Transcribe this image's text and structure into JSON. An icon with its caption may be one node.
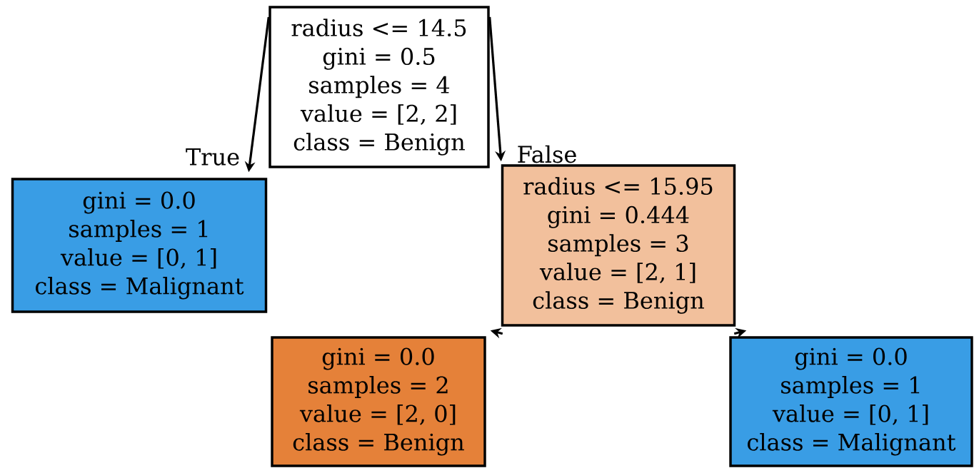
{
  "diagram": {
    "nodes": [
      {
        "text": [
          "radius <= 14.5",
          "gini = 0.5",
          "samples = 4",
          "value = [2, 2]",
          "class = Benign"
        ]
      },
      {
        "text": [
          "gini = 0.0",
          "samples = 1",
          "value = [0, 1]",
          "class = Malignant"
        ]
      },
      {
        "text": [
          "radius <= 15.95",
          "gini = 0.444",
          "samples = 3",
          "value = [2, 1]",
          "class = Benign"
        ]
      },
      {
        "text": [
          "gini = 0.0",
          "samples = 2",
          "value = [2, 0]",
          "class = Benign"
        ]
      },
      {
        "text": [
          "gini = 0.0",
          "samples = 1",
          "value = [0, 1]",
          "class = Malignant"
        ]
      }
    ],
    "edges": [
      {
        "from": 0,
        "to": 1,
        "arrow": "to",
        "label": "True"
      },
      {
        "from": 0,
        "to": 2,
        "arrow": "to",
        "label": "False"
      },
      {
        "from": 2,
        "to": 3,
        "arrow": "to"
      },
      {
        "from": 2,
        "to": 4,
        "arrow": "to"
      }
    ]
  }
}
